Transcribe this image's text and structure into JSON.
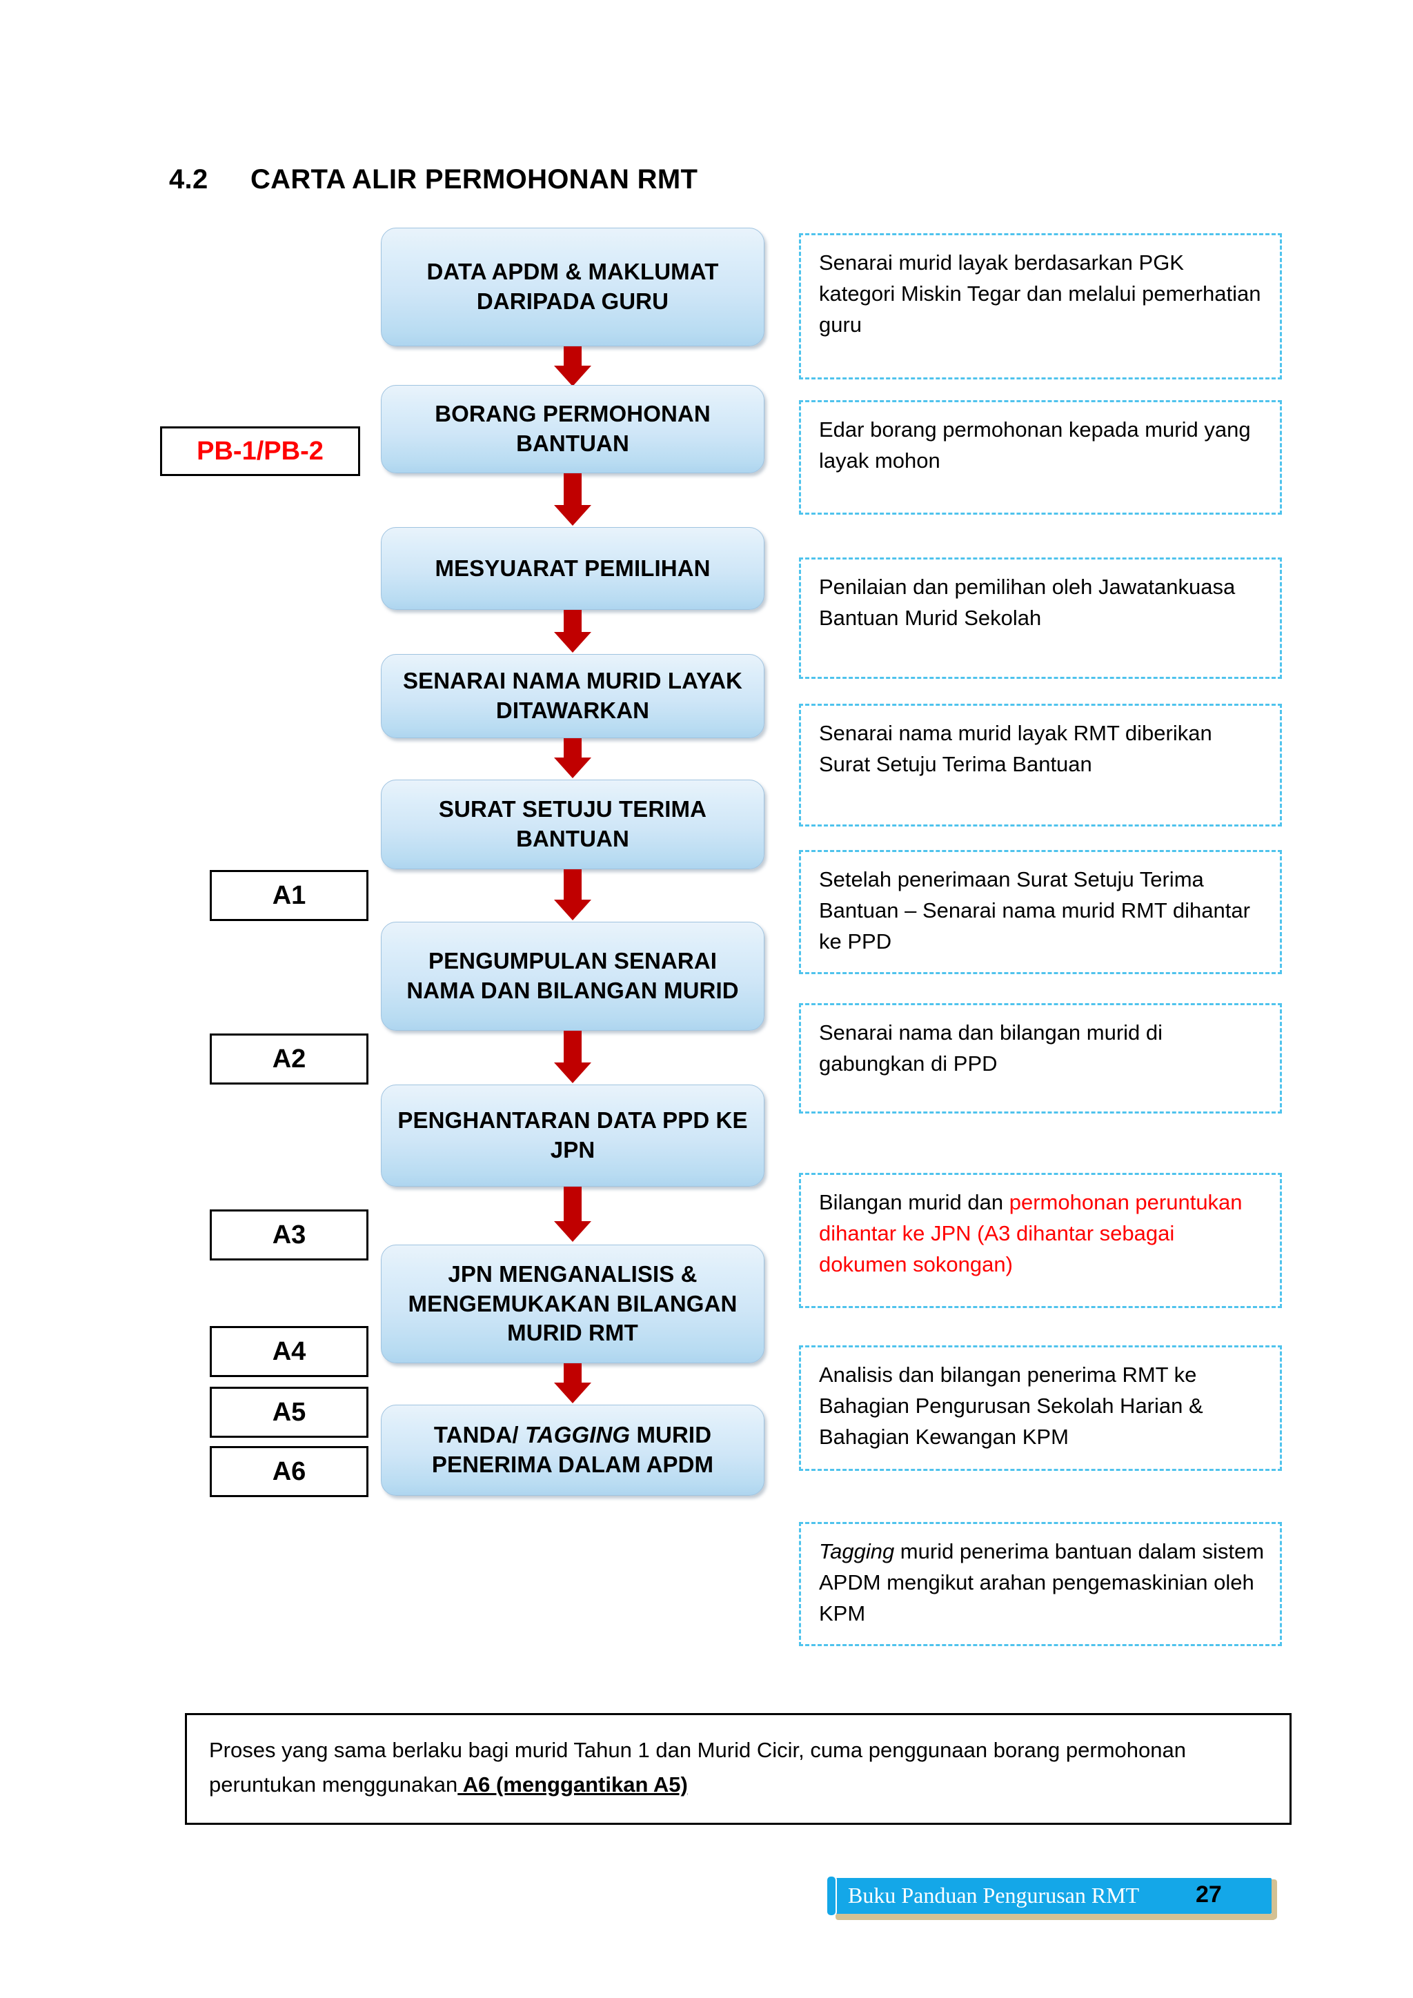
{
  "heading": {
    "number": "4.2",
    "title": "CARTA ALIR PERMOHONAN RMT"
  },
  "flow_nodes": [
    {
      "id": "data-apdm",
      "label": "DATA APDM & MAKLUMAT DARIPADA GURU"
    },
    {
      "id": "borang",
      "label": "BORANG PERMOHONAN BANTUAN"
    },
    {
      "id": "mesyuarat",
      "label": "MESYUARAT PEMILIHAN"
    },
    {
      "id": "senarai-nama",
      "label": "SENARAI NAMA MURID LAYAK DITAWARKAN"
    },
    {
      "id": "surat-setuju",
      "label": "SURAT SETUJU TERIMA BANTUAN"
    },
    {
      "id": "pengumpulan",
      "label": "PENGUMPULAN SENARAI NAMA DAN BILANGAN MURID"
    },
    {
      "id": "penghantaran",
      "label": "PENGHANTARAN DATA PPD KE JPN"
    },
    {
      "id": "jpn-analisis",
      "label": "JPN MENGANALISIS & MENGEMUKAKAN BILANGAN MURID RMT"
    },
    {
      "id": "tanda-tagging",
      "label_pre": "TANDA/ ",
      "label_ital": "TAGGING",
      "label_post": " MURID PENERIMA DALAM APDM"
    }
  ],
  "side_labels": [
    {
      "id": "pb",
      "text": "PB-1/PB-2",
      "color": "#FF0000"
    },
    {
      "id": "a1",
      "text": "A1",
      "color": "#000000"
    },
    {
      "id": "a2",
      "text": "A2",
      "color": "#000000"
    },
    {
      "id": "a3",
      "text": "A3",
      "color": "#000000"
    },
    {
      "id": "a4",
      "text": "A4",
      "color": "#000000"
    },
    {
      "id": "a5",
      "text": "A5",
      "color": "#000000"
    },
    {
      "id": "a6",
      "text": "A6",
      "color": "#000000"
    }
  ],
  "notes": [
    {
      "id": "note-1",
      "text": "Senarai murid layak  berdasarkan PGK kategori Miskin Tegar dan melalui pemerhatian guru"
    },
    {
      "id": "note-2",
      "text": "Edar borang permohonan kepada murid yang layak mohon"
    },
    {
      "id": "note-3",
      "text": "Penilaian dan pemilihan oleh Jawatankuasa  Bantuan Murid Sekolah"
    },
    {
      "id": "note-4",
      "text": "Senarai nama murid layak RMT diberikan Surat Setuju Terima Bantuan"
    },
    {
      "id": "note-5",
      "text": "Setelah penerimaan Surat Setuju Terima Bantuan – Senarai nama murid RMT dihantar ke PPD"
    },
    {
      "id": "note-6",
      "text": "Senarai nama dan bilangan murid  di gabungkan di PPD"
    },
    {
      "id": "note-7",
      "black_part": "Bilangan murid  dan ",
      "red_part": "permohonan peruntukan dihantar ke JPN (A3 dihantar sebagai dokumen sokongan)"
    },
    {
      "id": "note-8",
      "text": "Analisis dan bilangan penerima RMT ke Bahagian Pengurusan Sekolah Harian & Bahagian Kewangan KPM"
    },
    {
      "id": "note-9",
      "ital_part": "Tagging",
      "rest_part": " murid penerima bantuan dalam sistem APDM mengikut arahan pengemaskinian oleh KPM"
    }
  ],
  "bottom_note": {
    "text_before": "Proses yang sama berlaku bagi murid Tahun 1 dan Murid Cicir, cuma penggunaan borang permohonan peruntukan menggunakan",
    "emphasis": " A6 (menggantikan  A5)"
  },
  "footer": {
    "title": "Buku Panduan Pengurusan RMT",
    "page_number": "27",
    "banner_color": "#14A7E8"
  },
  "colors": {
    "arrow_red": "#C00000",
    "note_border": "#4FC3ED",
    "accent_red": "#FF0000",
    "node_fill_top": "#e9f3fb",
    "node_fill_bottom": "#aed5ef"
  }
}
